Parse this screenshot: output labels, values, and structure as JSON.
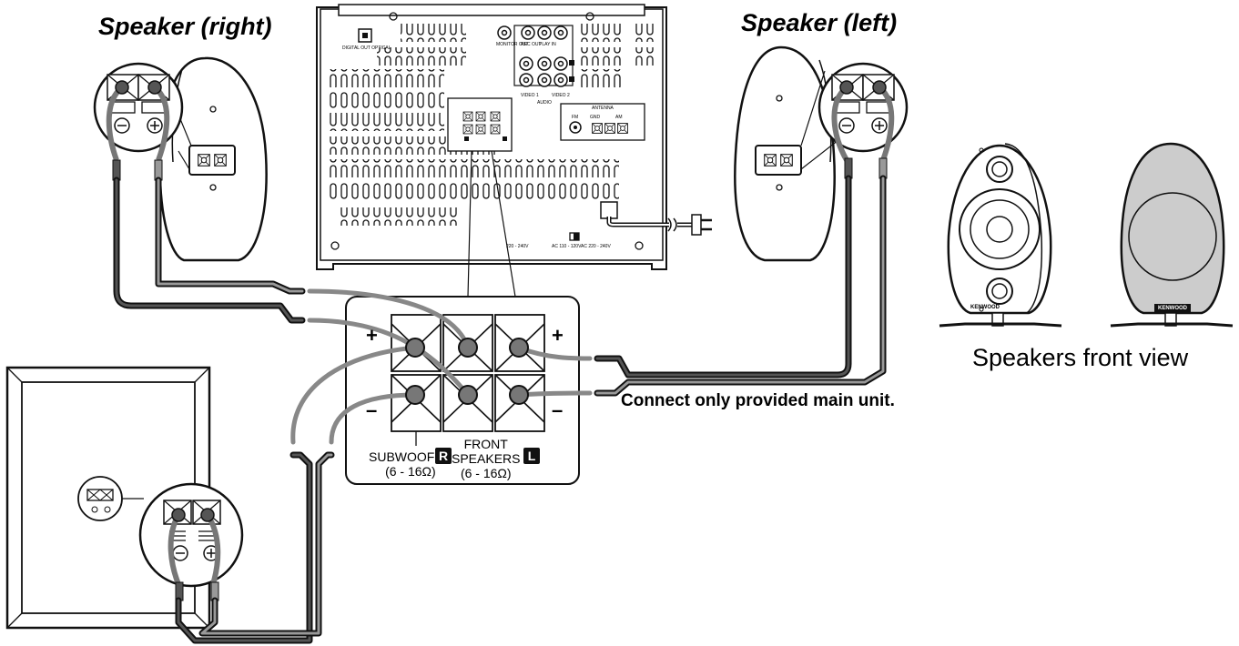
{
  "labels": {
    "speaker_right": "Speaker (right)",
    "speaker_left": "Speaker (left)",
    "front_view": "Speakers front view",
    "connect_note": "Connect only provided main unit.",
    "subwoofer": "SUBWOOFER",
    "subwoofer_impedance": "(6 - 16Ω)",
    "front": "FRONT",
    "speakers": "SPEAKERS",
    "front_impedance": "(6 - 16Ω)",
    "right_badge": "R",
    "left_badge": "L",
    "plus": "+",
    "minus": "–",
    "brand": "KENWOOD"
  },
  "rear_panel": {
    "digital_out": "DIGITAL OUT OPTICAL",
    "monitor_out": "MONITOR OUT",
    "rec_out": "REC OUT",
    "play_in": "PLAY IN",
    "video1": "VIDEO 1",
    "video2": "VIDEO 2",
    "audio": "AUDIO",
    "antenna": "ANTENNA",
    "fm": "FM",
    "gnd": "GND",
    "am": "AM",
    "ac1": "AC 110 - 120V",
    "ac2": "AC 220 - 240V",
    "ac3": "220 - 240V"
  },
  "colors": {
    "ink": "#111111",
    "wire_gray": "#8a8a8a",
    "wire_black": "#111111",
    "cabinet_fill": "#cccccc"
  }
}
